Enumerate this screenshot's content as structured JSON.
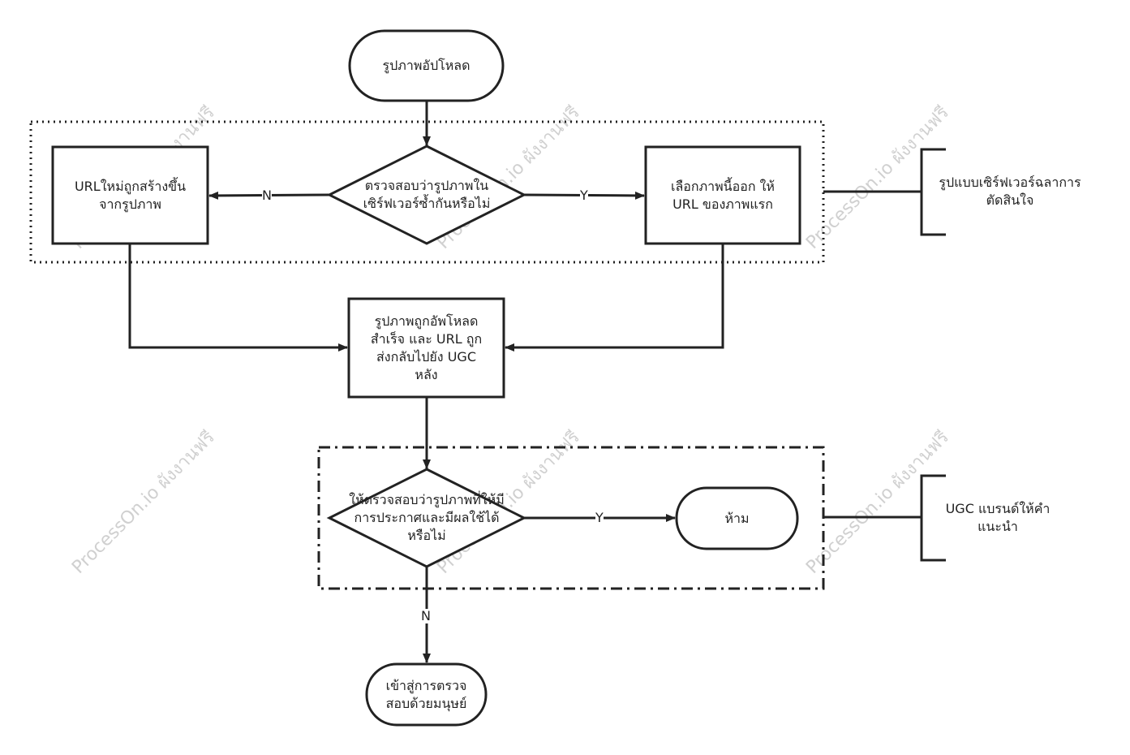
{
  "watermark": "ProcessOn.io ผังงานฟรี",
  "nodes": {
    "start": "รูปภาพอัปโหลด",
    "check_duplicate": "ตรวจสอบว่ารูปภาพใน\nเซิร์ฟเวอร์ซ้ำกันหรือไม่",
    "new_url": "URLใหม่ถูกสร้างขึ้น\nจากรูปภาพ",
    "choose_existing": "เลือกภาพนี้ออก ให้\nURL ของภาพแรก",
    "upload_success": "รูปภาพถูกอัพโหลด\nสำเร็จ และ URL ถูก\nส่งกลับไปยัง UGC\nหลัง",
    "check_publish": "ให้ตรวจสอบว่ารูปภาพที่ให้มี\nการประกาศและมีผลใช้ได้\nหรือไม่",
    "forbid": "ห้าม",
    "human_review": "เข้าสู่การตรวจ\nสอบด้วยมนุษย์"
  },
  "edge_labels": {
    "dup_no": "N",
    "dup_yes": "Y",
    "publish_yes": "Y",
    "publish_no": "N"
  },
  "notes": {
    "server_decision": "รูปแบบเซิร์ฟเวอร์ฉลาการ\nตัดสินใจ",
    "ugc_brand": "UGC แบรนด์ให้คำ\nแนะนำ"
  },
  "colors": {
    "stroke": "#222222",
    "watermark": "#d0d0d0"
  }
}
